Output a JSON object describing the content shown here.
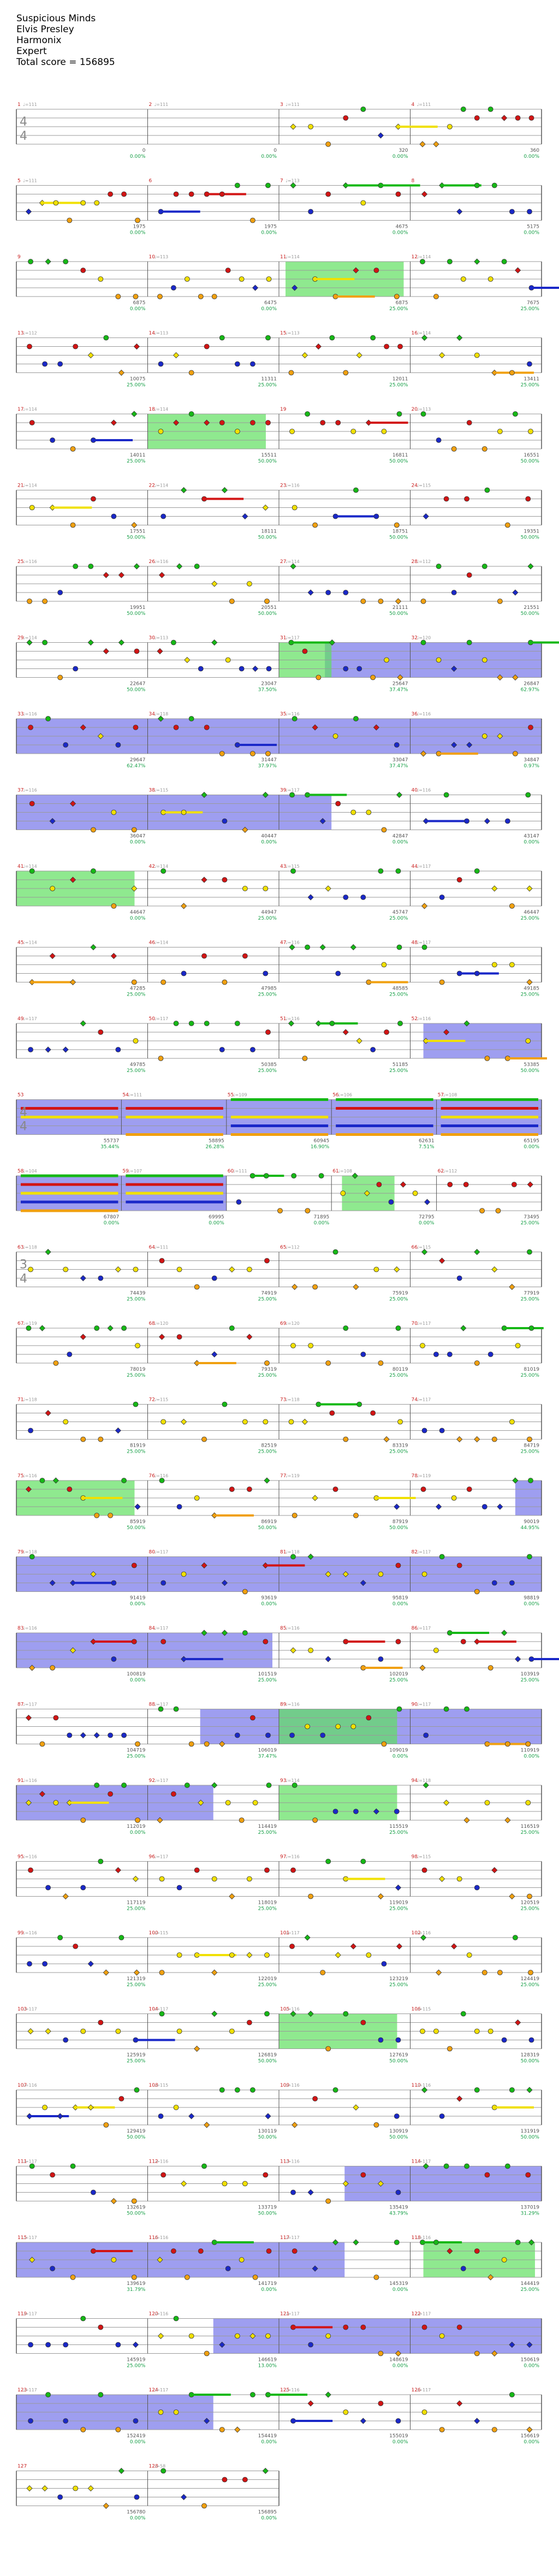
{
  "song": {
    "title": "Suspicious Minds",
    "artist": "Elvis Presley",
    "charter": "Harmonix",
    "difficulty": "Expert",
    "total_score_label": "Total score = ",
    "total_score": "156895"
  },
  "chart_data": {
    "type": "table",
    "instrument_lanes": [
      "green",
      "red",
      "yellow",
      "blue",
      "orange"
    ],
    "lane_colors": {
      "green": "#16b816",
      "red": "#d21414",
      "yellow": "#f0e000",
      "blue": "#1a28c8",
      "orange": "#f0a010"
    },
    "time_signature": "4/4",
    "rows": [
      {
        "start": 1,
        "scores": [
          "0",
          "0",
          "320",
          "360"
        ],
        "pcts": [
          "0.00%",
          "0.00%",
          "0.00%",
          "0.00%"
        ],
        "tempos": [
          "♩=111",
          "♩=111",
          "♩=111",
          "♩=111"
        ]
      },
      {
        "start": 5,
        "scores": [
          "1975",
          "1975",
          "4675",
          "5175"
        ],
        "pcts": [
          "0.00%",
          "0.00%",
          "0.00%",
          "0.00%"
        ],
        "tempos": [
          "♩=111",
          "",
          "♩=113",
          ""
        ]
      },
      {
        "start": 9,
        "scores": [
          "6875",
          "6475",
          "6875",
          "7675"
        ],
        "pcts": [
          "0.00%",
          "0.00%",
          "25.00%",
          "25.00%"
        ],
        "tempos": [
          "",
          "♩=113",
          "♩=114",
          "♩=114"
        ]
      },
      {
        "start": 13,
        "scores": [
          "10075",
          "11311",
          "12011",
          "13411"
        ],
        "pcts": [
          "25.00%",
          "25.00%",
          "25.00%",
          "25.00%"
        ],
        "tempos": [
          "♩=112",
          "♩=113",
          "♩=113",
          "♩=114"
        ]
      },
      {
        "start": 17,
        "scores": [
          "14011",
          "15511",
          "16811",
          "16551"
        ],
        "pcts": [
          "25.00%",
          "50.00%",
          "50.00%",
          "50.00%"
        ],
        "tempos": [
          "♩=114",
          "♩=114",
          "",
          "♩=113"
        ]
      },
      {
        "start": 21,
        "scores": [
          "17551",
          "18111",
          "18751",
          "19351"
        ],
        "pcts": [
          "50.00%",
          "50.00%",
          "50.00%",
          "50.00%"
        ],
        "tempos": [
          "♩=114",
          "♩=114",
          "♩=116",
          "♩=115"
        ]
      },
      {
        "start": 25,
        "scores": [
          "19951",
          "20551",
          "21111",
          "21551"
        ],
        "pcts": [
          "50.00%",
          "50.00%",
          "50.00%",
          "50.00%"
        ],
        "tempos": [
          "♩=116",
          "♩=116",
          "♩=114",
          "♩=112"
        ]
      },
      {
        "start": 29,
        "scores": [
          "22647",
          "23047",
          "25647",
          "26847"
        ],
        "pcts": [
          "50.00%",
          "37.50%",
          "37.47%",
          "62.97%"
        ],
        "tempos": [
          "♩=114",
          "♩=113",
          "♩=117",
          "♩=120"
        ]
      },
      {
        "start": 33,
        "scores": [
          "29647",
          "31447",
          "33047",
          "34847"
        ],
        "pcts": [
          "62.47%",
          "37.97%",
          "37.47%",
          "0.97%"
        ],
        "tempos": [
          "♩=116",
          "♩=118",
          "♩=116",
          "♩=116"
        ]
      },
      {
        "start": 37,
        "scores": [
          "36047",
          "40447",
          "42847",
          "43147"
        ],
        "pcts": [
          "0.00%",
          "0.00%",
          "0.00%",
          "0.00%"
        ],
        "tempos": [
          "♩=116",
          "♩=115",
          "♩=117",
          "♩=116"
        ]
      },
      {
        "start": 41,
        "scores": [
          "44647",
          "44947",
          "45747",
          "46447"
        ],
        "pcts": [
          "0.00%",
          "25.00%",
          "25.00%",
          "25.00%"
        ],
        "tempos": [
          "♩=114",
          "♩=114",
          "♩=115",
          "♩=117"
        ]
      },
      {
        "start": 45,
        "scores": [
          "47285",
          "47985",
          "48585",
          "49185"
        ],
        "pcts": [
          "25.00%",
          "25.00%",
          "25.00%",
          "25.00%"
        ],
        "tempos": [
          "♩=114",
          "♩=114",
          "♩=116",
          "♩=117"
        ]
      },
      {
        "start": 49,
        "scores": [
          "49785",
          "50385",
          "51185",
          "53385"
        ],
        "pcts": [
          "25.00%",
          "25.00%",
          "25.00%",
          "50.00%"
        ],
        "tempos": [
          "♩=117",
          "♩=117",
          "♩=116",
          "♩=116"
        ]
      },
      {
        "start": 53,
        "scores": [
          "55737",
          "58895",
          "60945",
          "62631",
          "65195"
        ],
        "pcts": [
          "35.44%",
          "26.28%",
          "16.90%",
          "7.51%",
          "0.00%"
        ],
        "tempos": [
          "",
          "♩=111",
          "♩=109",
          "♩=106",
          "♩=108"
        ],
        "time_sig_row": "4/4"
      },
      {
        "start": 58,
        "scores": [
          "67807",
          "69995",
          "71895",
          "72795",
          "73495"
        ],
        "pcts": [
          "0.00%",
          "0.00%",
          "0.00%",
          "0.00%",
          "25.00%"
        ],
        "tempos": [
          "♩=104",
          "♩=107",
          "♩=111",
          "♩=108",
          "♩=112"
        ]
      },
      {
        "start": 63,
        "scores": [
          "74439",
          "74919",
          "75919",
          "77919"
        ],
        "pcts": [
          "25.00%",
          "25.00%",
          "25.00%",
          "25.00%"
        ],
        "tempos": [
          "♩=118",
          "♩=111",
          "♩=112",
          "♩=115"
        ],
        "time_sig_row": "3/4"
      },
      {
        "start": 67,
        "scores": [
          "78019",
          "79319",
          "80119",
          "81019"
        ],
        "pcts": [
          "25.00%",
          "25.00%",
          "25.00%",
          "25.00%"
        ],
        "tempos": [
          "♩=119",
          "♩=120",
          "♩=120",
          "♩=117"
        ]
      },
      {
        "start": 71,
        "scores": [
          "81919",
          "82519",
          "83319",
          "84719"
        ],
        "pcts": [
          "25.00%",
          "25.00%",
          "25.00%",
          "25.00%"
        ],
        "tempos": [
          "♩=118",
          "♩=115",
          "♩=118",
          "♩=117"
        ]
      },
      {
        "start": 75,
        "scores": [
          "85919",
          "86919",
          "87919",
          "90019"
        ],
        "pcts": [
          "50.00%",
          "50.00%",
          "50.00%",
          "44.95%"
        ],
        "tempos": [
          "♩=116",
          "♩=116",
          "♩=119",
          "♩=119"
        ]
      },
      {
        "start": 79,
        "scores": [
          "91419",
          "93619",
          "95819",
          "98819"
        ],
        "pcts": [
          "0.00%",
          "0.00%",
          "0.00%",
          "0.00%"
        ],
        "tempos": [
          "♩=118",
          "♩=117",
          "♩=118",
          "♩=117"
        ]
      },
      {
        "start": 83,
        "scores": [
          "100819",
          "101519",
          "102019",
          "103919"
        ],
        "pcts": [
          "0.00%",
          "25.00%",
          "25.00%",
          "25.00%"
        ],
        "tempos": [
          "♩=116",
          "♩=117",
          "♩=116",
          "♩=117"
        ]
      },
      {
        "start": 87,
        "scores": [
          "104719",
          "106019",
          "109019",
          "110919"
        ],
        "pcts": [
          "25.00%",
          "37.47%",
          "0.00%",
          "0.00%"
        ],
        "tempos": [
          "♩=117",
          "♩=117",
          "♩=116",
          "♩=117"
        ]
      },
      {
        "start": 91,
        "scores": [
          "112019",
          "114419",
          "115519",
          "116519"
        ],
        "pcts": [
          "0.00%",
          "25.00%",
          "25.00%",
          "25.00%"
        ],
        "tempos": [
          "♩=116",
          "♩=117",
          "♩=114",
          "♩=118"
        ]
      },
      {
        "start": 95,
        "scores": [
          "117119",
          "118019",
          "119019",
          "120519"
        ],
        "pcts": [
          "25.00%",
          "25.00%",
          "25.00%",
          "25.00%"
        ],
        "tempos": [
          "♩=116",
          "♩=117",
          "♩=116",
          "♩=115"
        ]
      },
      {
        "start": 99,
        "scores": [
          "121319",
          "122019",
          "123219",
          "124419"
        ],
        "pcts": [
          "25.00%",
          "25.00%",
          "25.00%",
          "25.00%"
        ],
        "tempos": [
          "♩=116",
          "♩=115",
          "♩=117",
          "♩=116"
        ]
      },
      {
        "start": 103,
        "scores": [
          "125919",
          "126819",
          "127619",
          "128319"
        ],
        "pcts": [
          "25.00%",
          "50.00%",
          "50.00%",
          "50.00%"
        ],
        "tempos": [
          "♩=117",
          "♩=117",
          "♩=116",
          "♩=115"
        ]
      },
      {
        "start": 107,
        "scores": [
          "129419",
          "130119",
          "130919",
          "131919"
        ],
        "pcts": [
          "50.00%",
          "50.00%",
          "50.00%",
          "50.00%"
        ],
        "tempos": [
          "♩=116",
          "♩=115",
          "♩=116",
          "♩=116"
        ]
      },
      {
        "start": 111,
        "scores": [
          "132619",
          "133719",
          "135419",
          "137019"
        ],
        "pcts": [
          "50.00%",
          "50.00%",
          "43.79%",
          "31.29%"
        ],
        "tempos": [
          "♩=117",
          "♩=116",
          "♩=116",
          "♩=117"
        ]
      },
      {
        "start": 115,
        "scores": [
          "139619",
          "141719",
          "145319",
          "144419"
        ],
        "pcts": [
          "31.79%",
          "0.00%",
          "0.00%",
          "25.00%"
        ],
        "tempos": [
          "♩=117",
          "♩=116",
          "♩=117",
          "♩=116"
        ]
      },
      {
        "start": 119,
        "scores": [
          "145919",
          "146619",
          "148619",
          "150619"
        ],
        "pcts": [
          "25.00%",
          "13.00%",
          "0.00%",
          "0.00%"
        ],
        "tempos": [
          "♩=117",
          "♩=116",
          "♩=117",
          "♩=117"
        ]
      },
      {
        "start": 123,
        "scores": [
          "152419",
          "154419",
          "155019",
          "156619"
        ],
        "pcts": [
          "0.00%",
          "0.00%",
          "0.00%",
          "0.00%"
        ],
        "tempos": [
          "♩=117",
          "♩=117",
          "♩=116",
          "♩=117"
        ]
      },
      {
        "start": 127,
        "scores": [
          "156780",
          "156895"
        ],
        "pcts": [
          "0.00%",
          "0.00%"
        ],
        "tempos": [
          "",
          "♩=58"
        ]
      }
    ]
  }
}
